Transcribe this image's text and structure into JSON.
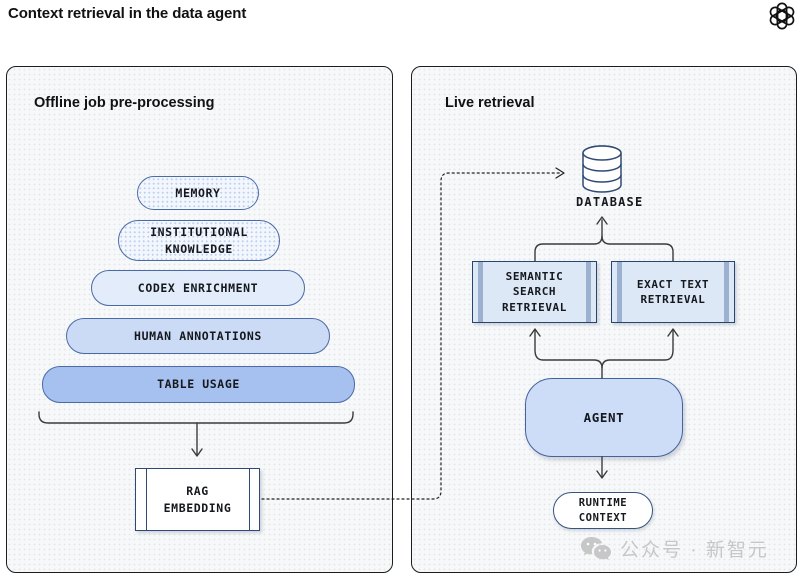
{
  "header": {
    "title": "Context retrieval in the data agent"
  },
  "offline_panel": {
    "title": "Offline job pre-processing",
    "pyramid": [
      {
        "label": "MEMORY"
      },
      {
        "label": "INSTITUTIONAL\nKNOWLEDGE"
      },
      {
        "label": "CODEX ENRICHMENT"
      },
      {
        "label": "HUMAN ANNOTATIONS"
      },
      {
        "label": "TABLE USAGE"
      }
    ],
    "rag_box": {
      "label": "RAG\nEMBEDDING"
    }
  },
  "live_panel": {
    "title": "Live retrieval",
    "database": {
      "label": "DATABASE"
    },
    "retrieval_boxes": [
      {
        "label": "SEMANTIC\nSEARCH\nRETRIEVAL"
      },
      {
        "label": "EXACT TEXT\nRETRIEVAL"
      }
    ],
    "agent": {
      "label": "AGENT"
    },
    "runtime": {
      "label": "RUNTIME\nCONTEXT"
    }
  },
  "watermark": {
    "text": "公众号 · 新智元"
  },
  "colors": {
    "node_border_light": "#4a6aa5",
    "node_border_dark": "#2e4a74",
    "fill_light": "#e3ecfa",
    "fill_medium": "#cbdbf6",
    "fill_strong": "#a6c0ef",
    "fill_agent": "#cdddf8",
    "line": "#3b3b3b"
  }
}
